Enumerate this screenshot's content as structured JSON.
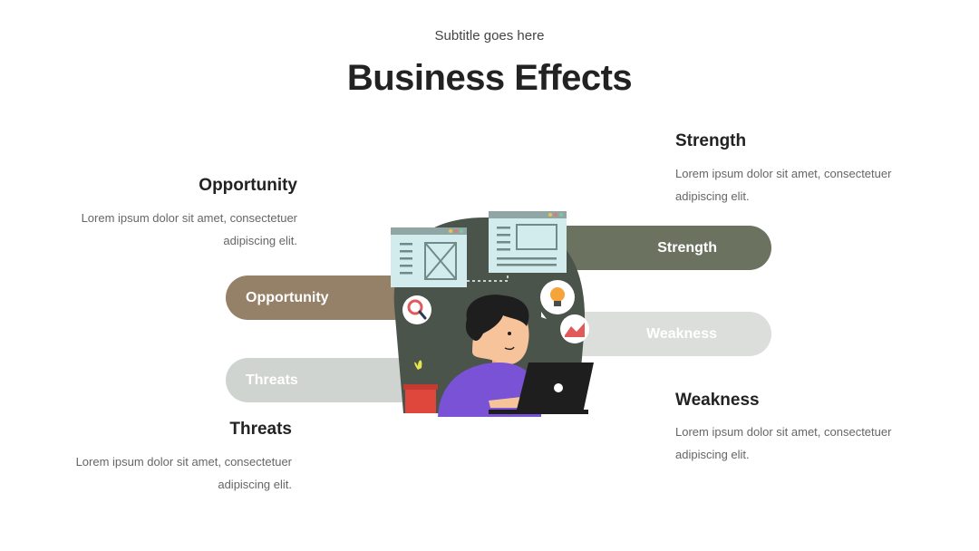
{
  "header": {
    "subtitle": "Subtitle goes here",
    "title": "Business Effects"
  },
  "items": {
    "opportunity": {
      "heading": "Opportunity",
      "text_line1": "Lorem ipsum dolor sit amet, consectetuer",
      "text_line2": "adipiscing elit.",
      "pill_label": "Opportunity",
      "color": "#958068"
    },
    "threats": {
      "heading": "Threats",
      "text_line1": "Lorem ipsum dolor sit amet, consectetuer",
      "text_line2": "adipiscing elit.",
      "pill_label": "Threats",
      "color": "#d0d4d1"
    },
    "strength": {
      "heading": "Strength",
      "text_line1": "Lorem ipsum dolor sit amet, consectetuer",
      "text_line2": "adipiscing elit.",
      "pill_label": "Strength",
      "color": "#6b7360"
    },
    "weakness": {
      "heading": "Weakness",
      "text_line1": "Lorem ipsum dolor sit amet, consectetuer",
      "text_line2": "adipiscing elit.",
      "pill_label": "Weakness",
      "color": "#dcdedc"
    }
  },
  "illustration": {
    "blob_color": "#4b544a",
    "shirt_color": "#7a52d6",
    "laptop_color": "#1e1e1e",
    "card_color": "#d2ebec"
  }
}
